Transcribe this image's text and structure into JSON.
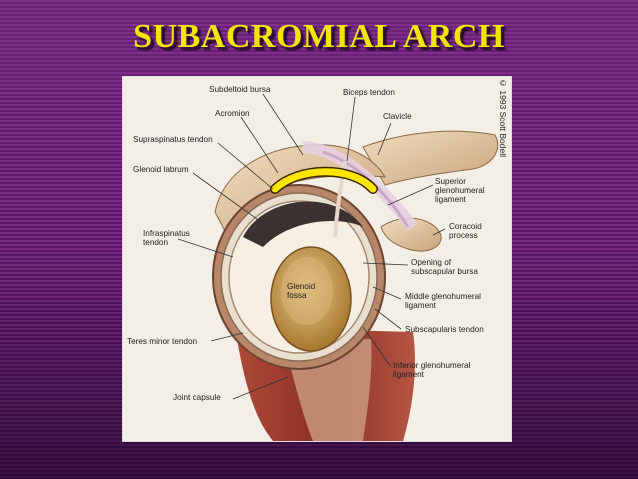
{
  "slide": {
    "title": "SUBACROMIAL ARCH",
    "colors": {
      "title": "#f2e600",
      "background": "#6a2175",
      "arch_highlight": "#ffe600"
    }
  },
  "figure": {
    "credit": "© 1993 Scott Bodell",
    "labels": {
      "subdeltoid_bursa": "Subdeltoid bursa",
      "biceps_tendon": "Biceps tendon",
      "acromion": "Acromion",
      "clavicle": "Clavicle",
      "supraspinatus_tendon": "Supraspinatus tendon",
      "glenoid_labrum": "Glenoid labrum",
      "superior_glenohumeral_ligament_1": "Superior",
      "superior_glenohumeral_ligament_2": "glenohumeral",
      "superior_glenohumeral_ligament_3": "ligament",
      "coracoid_process_1": "Coracoid",
      "coracoid_process_2": "process",
      "infraspinatus_tendon_1": "Infraspinatus",
      "infraspinatus_tendon_2": "tendon",
      "opening_subscapular_bursa_1": "Opening of",
      "opening_subscapular_bursa_2": "subscapular bursa",
      "glenoid_fossa_1": "Glenoid",
      "glenoid_fossa_2": "fossa",
      "middle_glenohumeral_ligament_1": "Middle glenohumeral",
      "middle_glenohumeral_ligament_2": "ligament",
      "subscapularis_tendon": "Subscapularis tendon",
      "teres_minor_tendon": "Teres minor tendon",
      "inferior_glenohumeral_ligament_1": "Inferior glenohumeral",
      "inferior_glenohumeral_ligament_2": "ligament",
      "joint_capsule": "Joint capsule"
    }
  }
}
